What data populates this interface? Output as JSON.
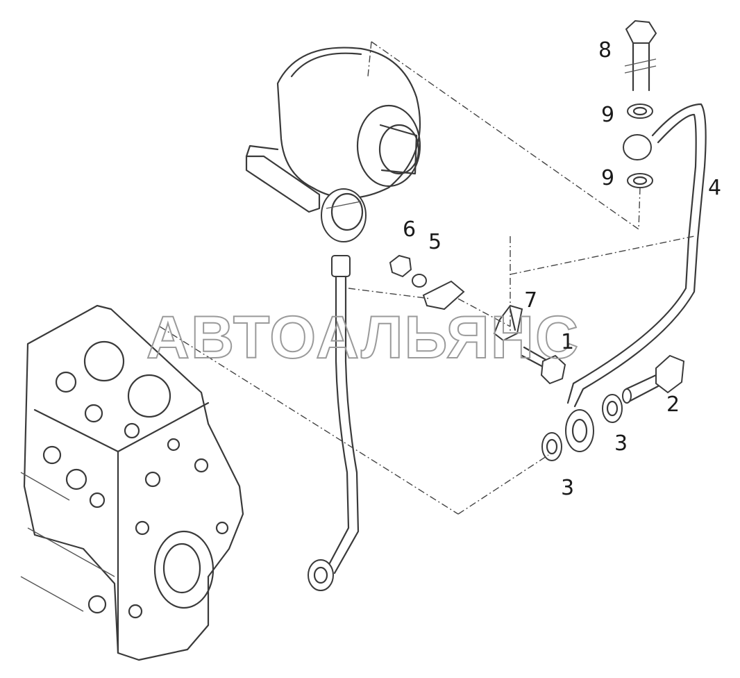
{
  "watermark": "АВТОАЛЬЯНС",
  "callouts": {
    "c1": "1",
    "c2": "2",
    "c3a": "3",
    "c3b": "3",
    "c4": "4",
    "c5": "5",
    "c6": "6",
    "c7": "7",
    "c8": "8",
    "c9a": "9",
    "c9b": "9"
  }
}
